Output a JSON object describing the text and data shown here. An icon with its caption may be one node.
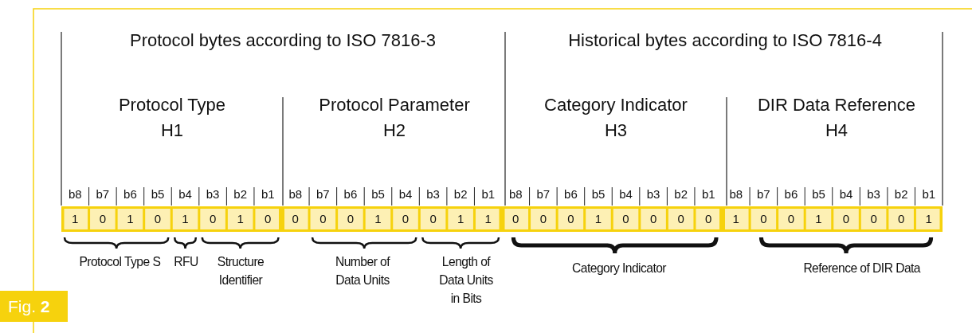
{
  "diagram": {
    "caption": "Fig. **2**",
    "labels": [
      "Protocol bytes according to ISO 7816-3",
      "Historical bytes according to ISO 7816-4",
      "Protocol Type",
      "H1",
      "Protocol Parameter",
      "H2",
      "Category Indicator",
      "H3",
      "DIR Data Reference",
      "H4",
      "b8",
      "b7",
      "b6",
      "b5",
      "b4",
      "b3",
      "b2",
      "b1",
      "b8",
      "b7",
      "b6",
      "b5",
      "b4",
      "b3",
      "b2",
      "b1",
      "b8",
      "b7",
      "b6",
      "b5",
      "b4",
      "b3",
      "b2",
      "b1",
      "b8",
      "b7",
      "b6",
      "b5",
      "b4",
      "b3",
      "b2",
      "b1",
      "1",
      "0",
      "1",
      "0",
      "1",
      "0",
      "1",
      "0",
      "0",
      "0",
      "0",
      "1",
      "0",
      "0",
      "1",
      "1",
      "0",
      "0",
      "0",
      "1",
      "0",
      "0",
      "0",
      "0",
      "1",
      "0",
      "0",
      "1",
      "0",
      "0",
      "0",
      "1",
      "Protocol Type S",
      "RFU",
      "Structure Identifier",
      "Number of Data Units",
      "Length of Data Units in Bits",
      "Category Indicator",
      "Reference of DIR Data"
    ]
  }
}
